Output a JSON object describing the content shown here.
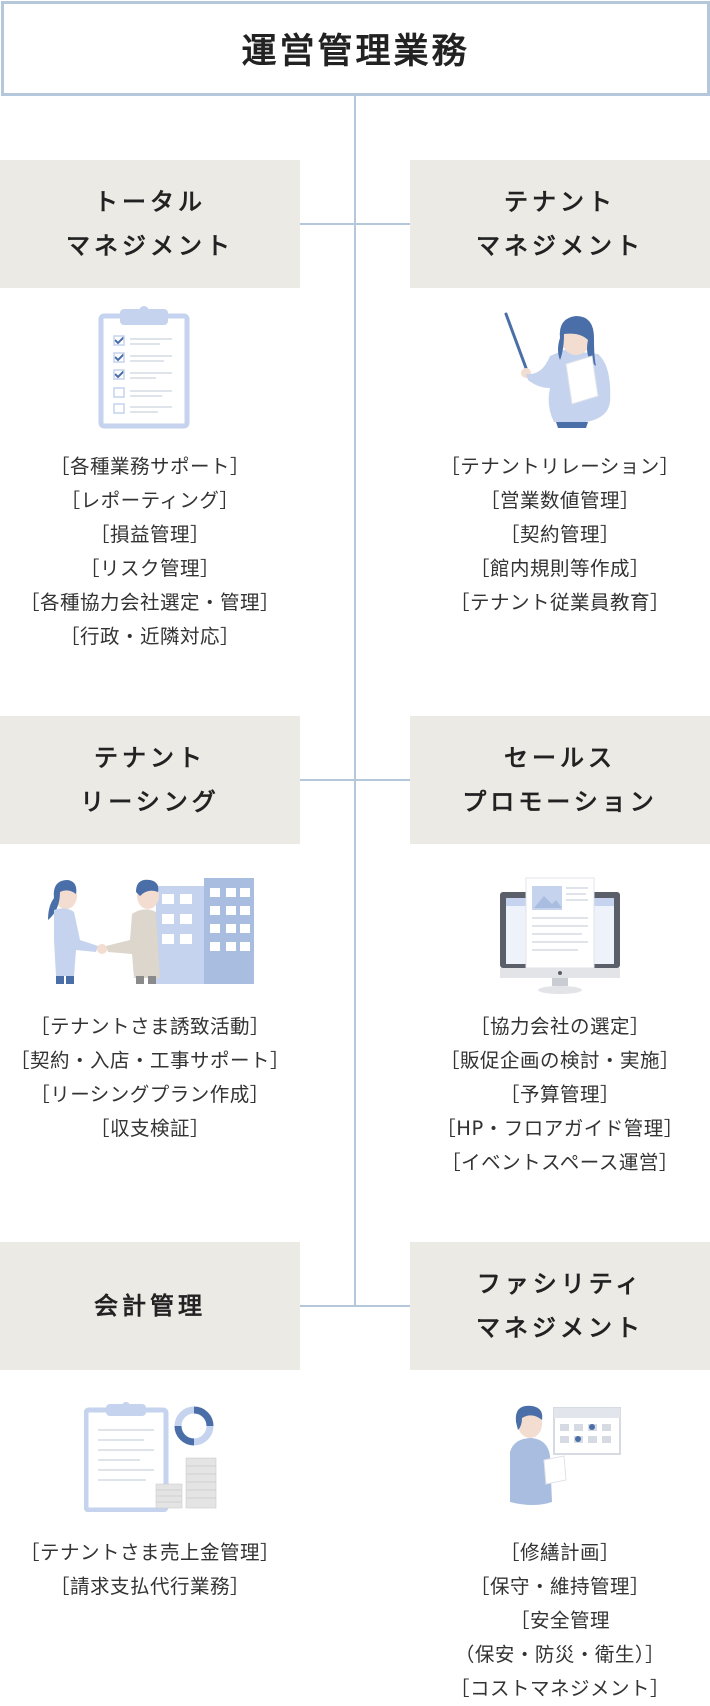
{
  "title": "運営管理業務",
  "colors": {
    "line": "#b5c7db",
    "panel": "#eceae5",
    "accent_blue": "#4a6fa8",
    "light_blue": "#c5d3ee"
  },
  "sections": [
    {
      "heading": [
        "トータル",
        "マネジメント"
      ],
      "icon": "clipboard-checklist-icon",
      "items": [
        "［各種業務サポート］",
        "［レポーティング］",
        "［損益管理］",
        "［リスク管理］",
        "［各種協力会社選定・管理］",
        "［行政・近隣対応］"
      ]
    },
    {
      "heading": [
        "テナント",
        "マネジメント"
      ],
      "icon": "presenter-woman-icon",
      "items": [
        "［テナントリレーション］",
        "［営業数値管理］",
        "［契約管理］",
        "［館内規則等作成］",
        "［テナント従業員教育］"
      ]
    },
    {
      "heading": [
        "テナント",
        "リーシング"
      ],
      "icon": "handshake-building-icon",
      "items": [
        "［テナントさま誘致活動］",
        "［契約・入店・工事サポート］",
        "［リーシングプラン作成］",
        "［収支検証］"
      ]
    },
    {
      "heading": [
        "セールス",
        "プロモーション"
      ],
      "icon": "desktop-monitor-icon",
      "items": [
        "［協力会社の選定］",
        "［販促企画の検討・実施］",
        "［予算管理］",
        "［HP・フロアガイド管理］",
        "［イベントスペース運営］"
      ]
    },
    {
      "heading": [
        "会計管理"
      ],
      "icon": "accounting-report-icon",
      "items": [
        "［テナントさま売上金管理］",
        "［請求支払代行業務］"
      ]
    },
    {
      "heading": [
        "ファシリティ",
        "マネジメント"
      ],
      "icon": "facility-manager-calendar-icon",
      "items": [
        "［修繕計画］",
        "［保守・維持管理］",
        "［安全管理",
        "（保安・防災・衛生）］",
        "［コストマネジメント］"
      ]
    }
  ]
}
